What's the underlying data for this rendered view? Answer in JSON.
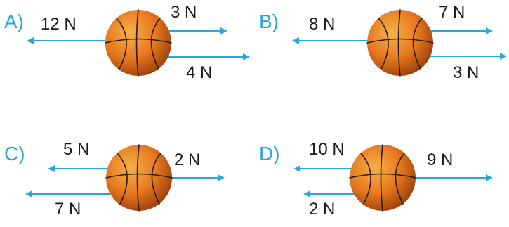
{
  "colors": {
    "arrow": "#2aa7d8",
    "letter": "#2aa7d8",
    "label": "#1a1a1a",
    "ball_light": "#f6b24a",
    "ball_mid": "#e7781f",
    "ball_dark": "#9a3f0c"
  },
  "options": [
    {
      "letter": "A)",
      "forces": [
        {
          "label": "12 N",
          "direction": "left"
        },
        {
          "label": "3 N",
          "direction": "right"
        },
        {
          "label": "4 N",
          "direction": "right"
        }
      ]
    },
    {
      "letter": "B)",
      "forces": [
        {
          "label": "8 N",
          "direction": "left"
        },
        {
          "label": "7 N",
          "direction": "right"
        },
        {
          "label": "3 N",
          "direction": "right"
        }
      ]
    },
    {
      "letter": "C)",
      "forces": [
        {
          "label": "5 N",
          "direction": "left"
        },
        {
          "label": "7 N",
          "direction": "left"
        },
        {
          "label": "2 N",
          "direction": "right"
        }
      ]
    },
    {
      "letter": "D)",
      "forces": [
        {
          "label": "10 N",
          "direction": "left"
        },
        {
          "label": "2 N",
          "direction": "left"
        },
        {
          "label": "9 N",
          "direction": "right"
        }
      ]
    }
  ]
}
